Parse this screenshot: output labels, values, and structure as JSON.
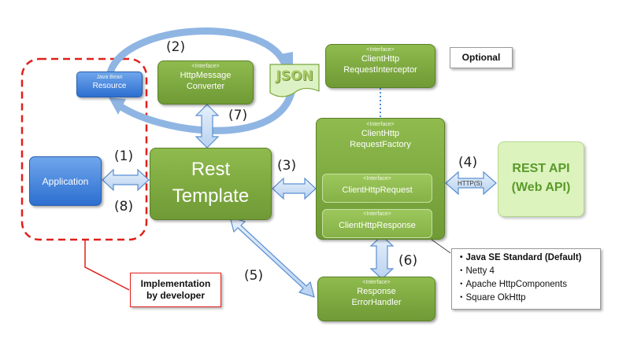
{
  "resource": {
    "tag": "Java Bean",
    "label": "Resource"
  },
  "application": {
    "label": "Application"
  },
  "http_message_converter": {
    "tag": "<Interface>",
    "line1": "HttpMessage",
    "line2": "Converter"
  },
  "json_doc": {
    "label": "JSON"
  },
  "client_http_request_interceptor": {
    "tag": "<Interface>",
    "line1": "ClientHttp",
    "line2": "RequestInterceptor"
  },
  "optional_note": {
    "label": "Optional"
  },
  "rest_template": {
    "line1": "Rest",
    "line2": "Template"
  },
  "client_http_request_factory": {
    "tag": "<Interface>",
    "line1": "ClientHttp",
    "line2": "RequestFactory"
  },
  "client_http_request": {
    "tag": "<Interface>",
    "label": "ClientHttpRequest"
  },
  "client_http_response": {
    "tag": "<Interface>",
    "label": "ClientHttpResponse"
  },
  "rest_api": {
    "line1": "REST API",
    "line2": "(Web API)"
  },
  "http_label": "HTTP(S)",
  "response_error_handler": {
    "tag": "<Interface>",
    "line1": "Response",
    "line2": "ErrorHandler"
  },
  "implementation_note": {
    "line1": "Implementation",
    "line2": "by developer"
  },
  "implementations": [
    "・Java SE Standard (Default)",
    "・Netty 4",
    "・Apache HttpComponents",
    "・Square OkHttp"
  ],
  "steps": [
    "(1)",
    "(2)",
    "(3)",
    "(4)",
    "(5)",
    "(6)",
    "(7)",
    "(8)"
  ],
  "colors": {
    "green": "#7aa63d",
    "light_green": "#d9f0b8",
    "blue": "#3b7fd9",
    "red_dashed": "#e0201b",
    "arrow_fill": "#cde0f5",
    "arrow_stroke": "#5b8fd0"
  }
}
